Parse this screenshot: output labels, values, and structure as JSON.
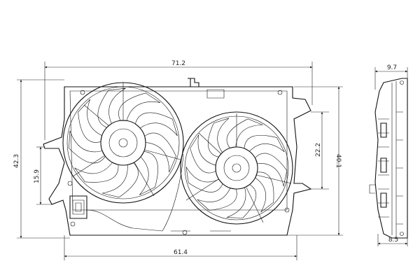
{
  "drawing": {
    "dimensions": {
      "overall_width": "71.2",
      "overall_height": "42.3",
      "lower_height": "15.9",
      "right_inner_height": "22.2",
      "right_height": "40.1",
      "bottom_width": "61.4",
      "depth_top": "9.7",
      "depth_bottom": "8.5"
    }
  }
}
